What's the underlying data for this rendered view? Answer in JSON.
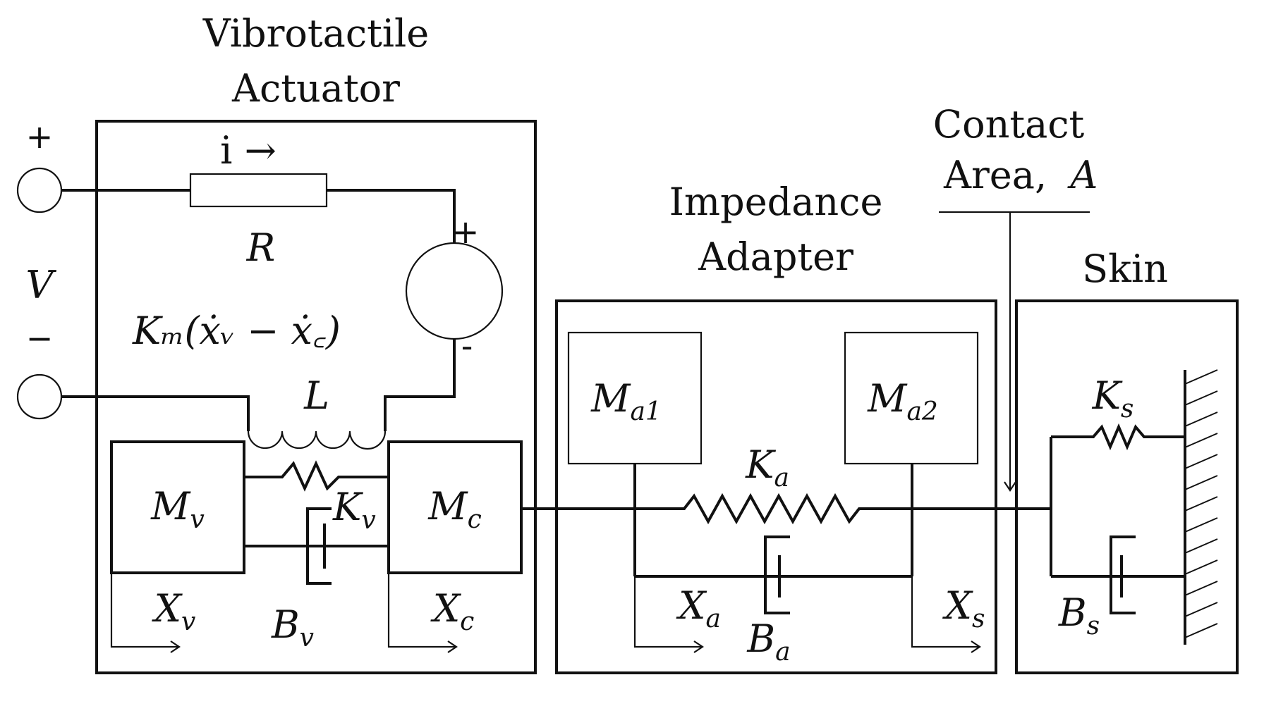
{
  "headers": {
    "actuator_line1": "Vibrotactile",
    "actuator_line2": "Actuator",
    "adapter_line1": "Impedance",
    "adapter_line2": "Adapter",
    "contact_line1": "Contact",
    "contact_line2": "Area,",
    "contact_symbol": "A",
    "skin": "Skin"
  },
  "circuit": {
    "plus": "+",
    "minus": "−",
    "voltage": "V",
    "current": "i →",
    "resistor": "R",
    "inductor": "L",
    "source_plus": "+",
    "source_minus": "-",
    "emf": "Kₘ(ẋᵥ − ẋ꜀)"
  },
  "symbols": {
    "Mv": {
      "base": "M",
      "sub": "v"
    },
    "Mc": {
      "base": "M",
      "sub": "c"
    },
    "Kv": {
      "base": "K",
      "sub": "v"
    },
    "Bv": {
      "base": "B",
      "sub": "v"
    },
    "Xv": {
      "base": "X",
      "sub": "v"
    },
    "Xc": {
      "base": "X",
      "sub": "c"
    },
    "Ma1": {
      "base": "M",
      "sub": "a1"
    },
    "Ma2": {
      "base": "M",
      "sub": "a2"
    },
    "Ka": {
      "base": "K",
      "sub": "a"
    },
    "Ba": {
      "base": "B",
      "sub": "a"
    },
    "Xa": {
      "base": "X",
      "sub": "a"
    },
    "Xs": {
      "base": "X",
      "sub": "s"
    },
    "Ks": {
      "base": "K",
      "sub": "s"
    },
    "Bs": {
      "base": "B",
      "sub": "s"
    }
  }
}
